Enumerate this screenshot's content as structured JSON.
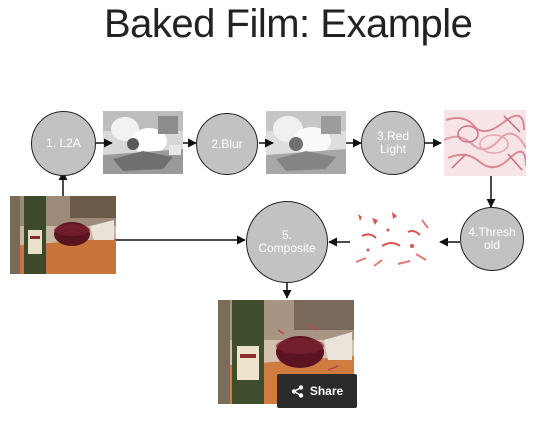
{
  "slide": {
    "title": "Baked Film: Example"
  },
  "nodes": {
    "l2a": "1. L2A",
    "blur": "2.Blur",
    "red_light": "3.Red\nLight",
    "threshold": "4.Thresh\nold",
    "composite": "5.\nComposite"
  },
  "share_button": {
    "label": "Share",
    "icon": "share-icon"
  },
  "colors": {
    "node_fill": "#c2c2c2",
    "share_bg": "#2b2b2b"
  }
}
